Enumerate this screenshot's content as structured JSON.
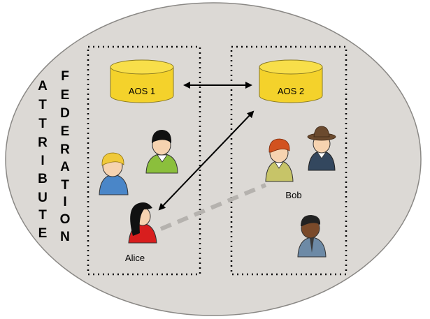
{
  "diagram": {
    "vertical_label_left": [
      "A",
      "T",
      "T",
      "R",
      "I",
      "B",
      "U",
      "T",
      "E"
    ],
    "vertical_label_right": [
      "F",
      "E",
      "D",
      "E",
      "R",
      "A",
      "T",
      "I",
      "O",
      "N"
    ],
    "databases": [
      {
        "id": "aos1",
        "label": "AOS 1"
      },
      {
        "id": "aos2",
        "label": "AOS 2"
      }
    ],
    "people": [
      {
        "id": "alice",
        "label": "Alice"
      },
      {
        "id": "bob",
        "label": "Bob"
      }
    ],
    "colors": {
      "oval_fill": "#dcd9d5",
      "oval_stroke": "#8a8885",
      "database_fill": "#f4d22b",
      "database_top": "#f8df4a",
      "dashed_link": "#b5b2ae"
    }
  }
}
